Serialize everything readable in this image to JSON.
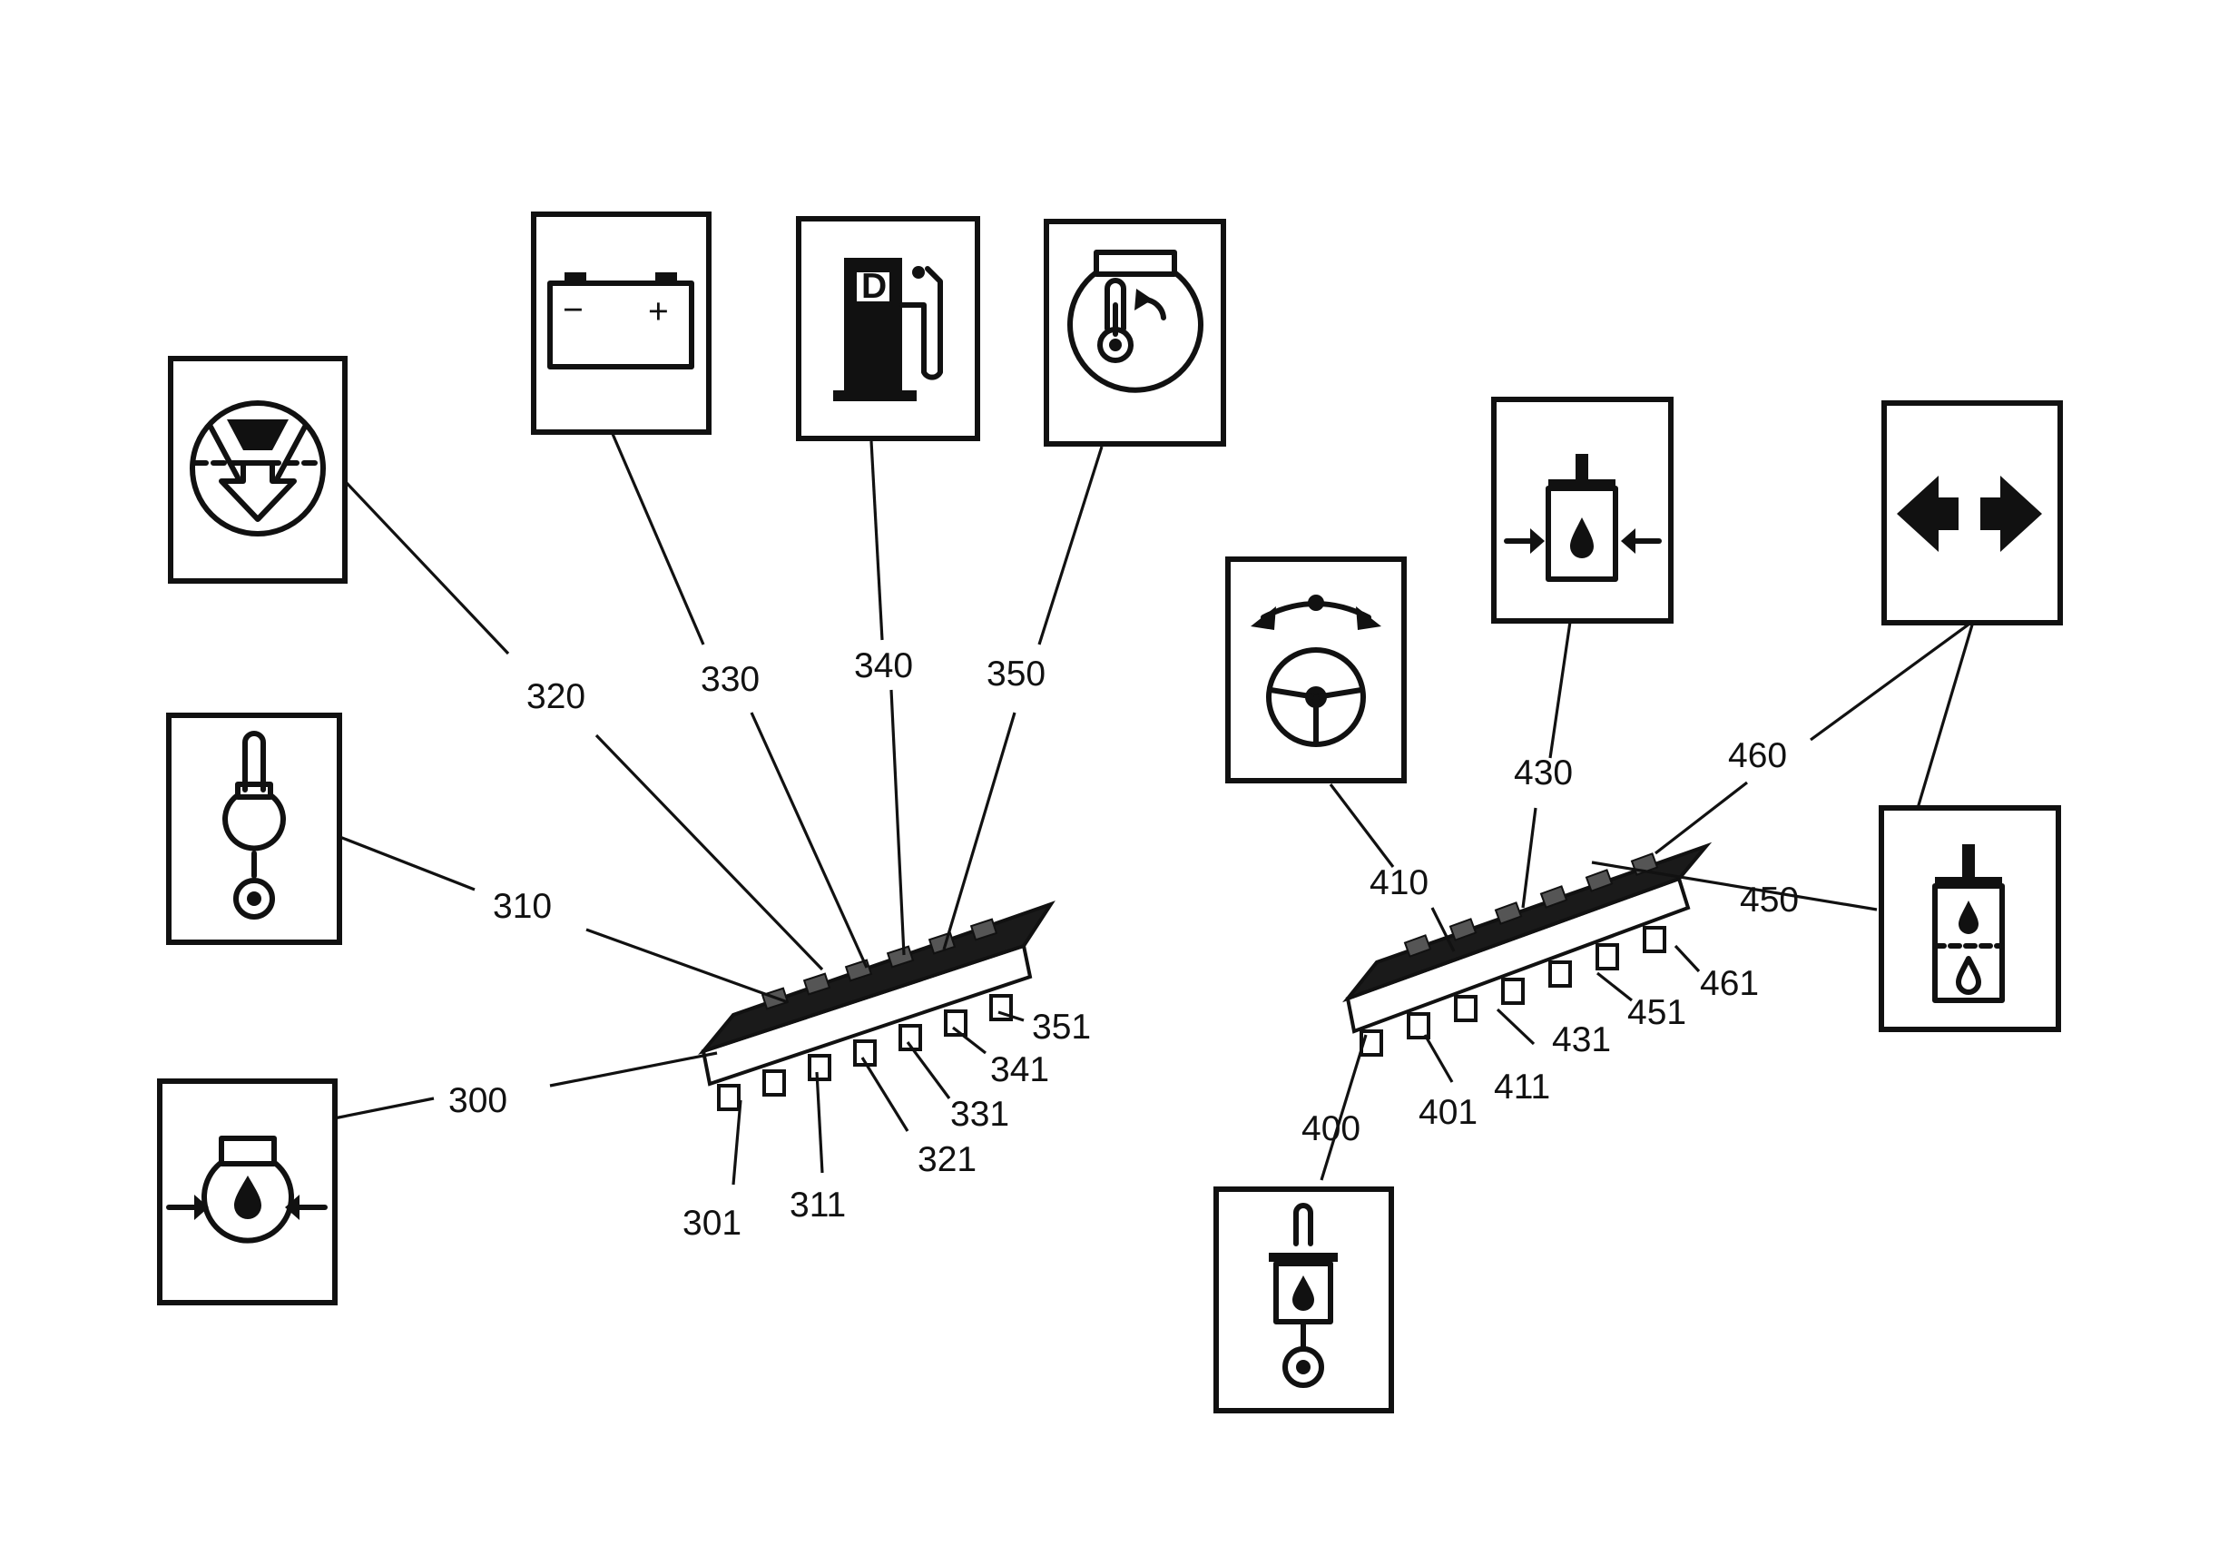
{
  "refs": {
    "r300": "300",
    "r301": "301",
    "r310": "310",
    "r311": "311",
    "r320": "320",
    "r321": "321",
    "r330": "330",
    "r331": "331",
    "r340": "340",
    "r341": "341",
    "r350": "350",
    "r351": "351",
    "r400": "400",
    "r401": "401",
    "r410": "410",
    "r411": "411",
    "r430": "430",
    "r431": "431",
    "r450": "450",
    "r451": "451",
    "r460": "460",
    "r461": "461"
  },
  "icons": {
    "box_300": "engine-oil-pressure-icon",
    "box_310": "coolant-temperature-bulb-icon",
    "box_320": "air-filter-icon",
    "box_330": "battery-charge-icon",
    "box_340": "diesel-fuel-pump-icon",
    "box_350": "engine-temperature-icon",
    "box_400": "hydraulic-oil-temperature-icon",
    "box_410": "steering-icon",
    "box_430": "hydraulic-oil-pressure-icon",
    "box_450": "hydraulic-oil-level-icon",
    "box_460": "turn-signal-arrows-icon"
  },
  "battery_glyphs": {
    "minus": "−",
    "plus": "+"
  },
  "fuel_glyph": "D",
  "colors": {
    "ink": "#111111",
    "paper": "#ffffff"
  }
}
